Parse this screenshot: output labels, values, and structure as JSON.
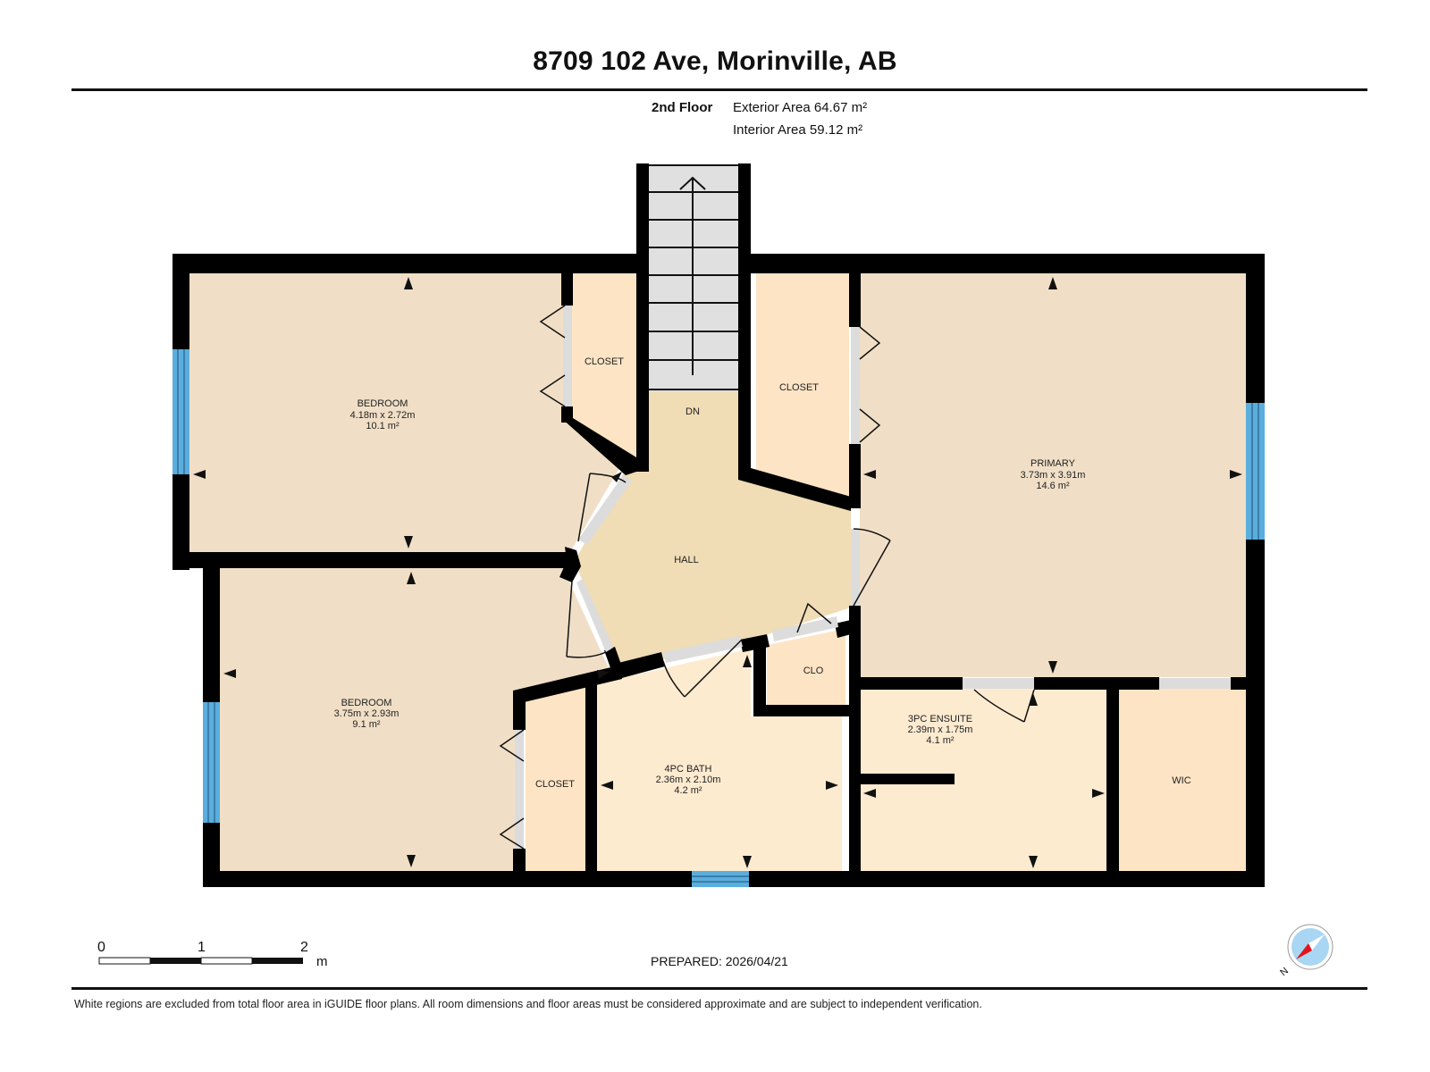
{
  "header": {
    "title": "8709 102 Ave, Morinville, AB",
    "floor": "2nd Floor",
    "exterior_area": "Exterior Area 64.67 m²",
    "interior_area": "Interior Area 59.12 m²"
  },
  "rooms": {
    "bedroom1": {
      "name": "BEDROOM",
      "dims": "4.18m x 2.72m",
      "area": "10.1 m²"
    },
    "bedroom2": {
      "name": "BEDROOM",
      "dims": "3.75m x 2.93m",
      "area": "9.1 m²"
    },
    "primary": {
      "name": "PRIMARY",
      "dims": "3.73m x 3.91m",
      "area": "14.6 m²"
    },
    "bath4pc": {
      "name": "4PC BATH",
      "dims": "2.36m x 2.10m",
      "area": "4.2 m²"
    },
    "ensuite3pc": {
      "name": "3PC ENSUITE",
      "dims": "2.39m x 1.75m",
      "area": "4.1 m²"
    },
    "hall": {
      "name": "HALL"
    },
    "stairs": {
      "name": "DN"
    },
    "closet1": {
      "name": "CLOSET"
    },
    "closet2": {
      "name": "CLOSET"
    },
    "closet3": {
      "name": "CLOSET"
    },
    "clo": {
      "name": "CLO"
    },
    "wic": {
      "name": "WIC"
    }
  },
  "scale_bar": {
    "ticks": [
      "0",
      "1",
      "2"
    ],
    "unit": "m"
  },
  "footer": {
    "prepared": "PREPARED: 2026/04/21",
    "disclaimer": "White regions are excluded from total floor area in iGUIDE floor plans. All room dimensions and floor areas must be considered approximate and are subject to independent verification."
  },
  "colors": {
    "wall": "#000000",
    "bedroom_fill": "#f0dfc6",
    "closet_fill": "#fde4c4",
    "bath_fill": "#fdebd0",
    "hall_fill": "#f0dcb5",
    "stairs_fill": "#e0e0e0",
    "window": "#5aaede",
    "door_opening": "#dcdcdc",
    "compass_bg": "#a9d6f2",
    "compass_needle": "#e3141c"
  }
}
